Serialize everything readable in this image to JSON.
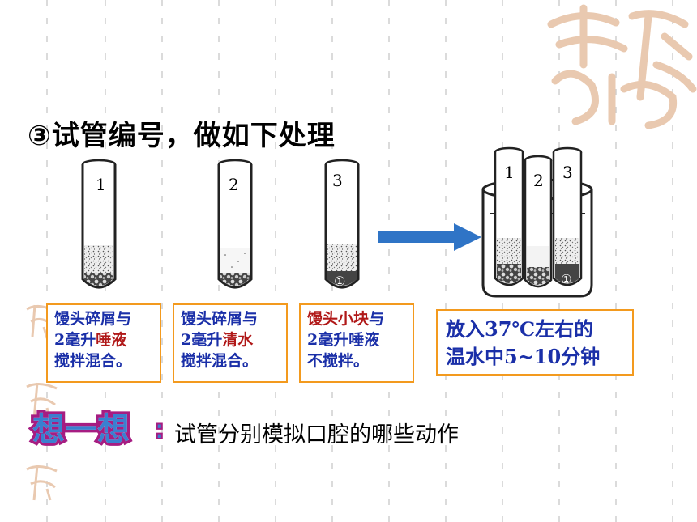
{
  "title": "③试管编号，做如下处理",
  "tubes": [
    {
      "number": "1",
      "bottom_mark": ""
    },
    {
      "number": "2",
      "bottom_mark": ""
    },
    {
      "number": "3",
      "bottom_mark": "①"
    }
  ],
  "beaker": {
    "tube_numbers": [
      "1",
      "2",
      "3"
    ],
    "bottom_mark": "①"
  },
  "boxes": [
    {
      "parts": [
        [
          {
            "t": "馒头碎屑与",
            "c": "blue"
          }
        ],
        [
          {
            "t": "2毫升",
            "c": "blue"
          },
          {
            "t": "唾液",
            "c": "red"
          }
        ],
        [
          {
            "t": "搅拌混合。",
            "c": "blue"
          }
        ]
      ]
    },
    {
      "parts": [
        [
          {
            "t": "馒头碎屑与",
            "c": "blue"
          }
        ],
        [
          {
            "t": "2毫升",
            "c": "blue"
          },
          {
            "t": "清水",
            "c": "red"
          }
        ],
        [
          {
            "t": "搅拌混合。",
            "c": "blue"
          }
        ]
      ]
    },
    {
      "parts": [
        [
          {
            "t": "馒头小块",
            "c": "red"
          },
          {
            "t": "与",
            "c": "blue"
          }
        ],
        [
          {
            "t": "2毫升唾液",
            "c": "blue"
          }
        ],
        [
          {
            "t": "不搅拌。",
            "c": "blue"
          }
        ]
      ]
    },
    {
      "parts": [
        [
          {
            "t": "放入37℃左右的",
            "c": "blue"
          }
        ],
        [
          {
            "t": "温水中5~10分钟",
            "c": "blue"
          }
        ]
      ]
    }
  ],
  "think": {
    "badge": "想一想",
    "colon": ":",
    "question": "试管分别模拟口腔的哪些动作"
  },
  "colors": {
    "accent_orange": "#f39a1e",
    "arrow_blue": "#2f74c6",
    "text_blue": "#1a2fa8",
    "text_red": "#b01818"
  }
}
